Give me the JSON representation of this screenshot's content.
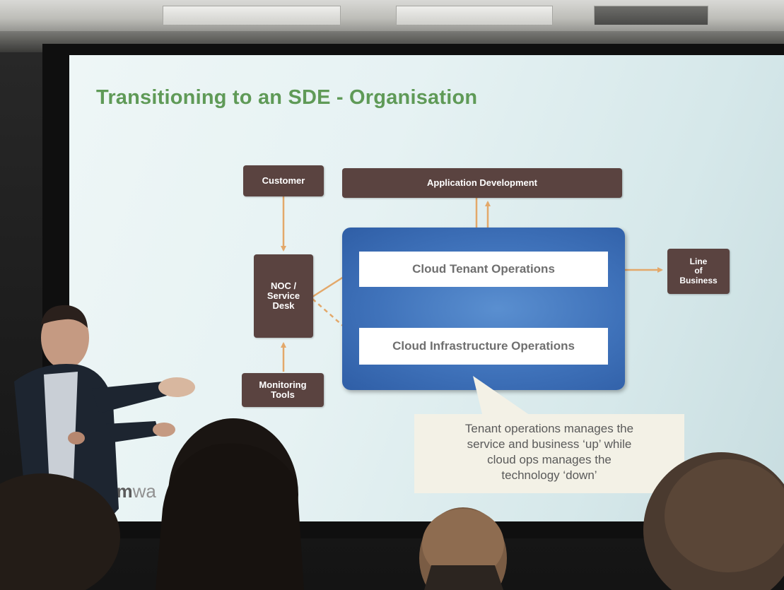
{
  "slide": {
    "title": "Transitioning to an SDE - Organisation",
    "boxes": {
      "customer": "Customer",
      "application_development": "Application Development",
      "noc_service_desk": [
        "NOC /",
        "Service",
        "Desk"
      ],
      "monitoring_tools": [
        "Monitoring",
        "Tools"
      ],
      "line_of_business": [
        "Line",
        "of",
        "Business"
      ],
      "cloud_tenant_operations": "Cloud Tenant Operations",
      "cloud_infrastructure_operations": "Cloud Infrastructure Operations"
    },
    "callout": [
      "Tenant operations manages the",
      "service and business ‘up’ while",
      "cloud ops manages the",
      "technology ‘down’"
    ],
    "logo": {
      "vm": "vm",
      "rest": "wa"
    }
  },
  "colors": {
    "title_green": "#5f9a57",
    "box_brown": "#5a4340",
    "panel_blue": "#3f72ba",
    "arrow_orange": "#e3a86a",
    "callout_bg": "#f3f1e6"
  },
  "icons": [
    "vmware-logo"
  ]
}
